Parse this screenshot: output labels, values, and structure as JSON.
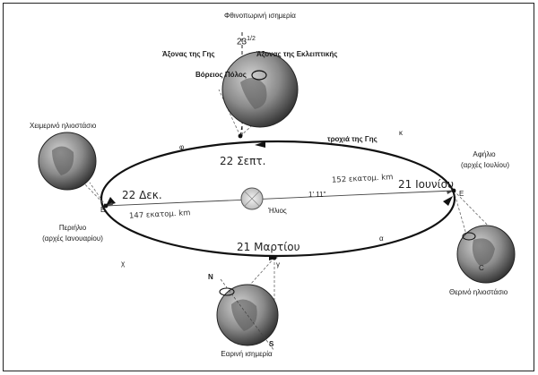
{
  "diagram": {
    "top_label": "Φθινοπωρινή ισημερία",
    "tilt_angle": "23",
    "tilt_fraction": "1/2",
    "earth_axis": "Άξονας της Γης",
    "ecliptic_axis": "Άξονας της Εκλειπτικής",
    "north_pole": "Βόρειος Πόλος",
    "winter_solstice": "Χειμερινό ηλιοστάσιο",
    "orbit_label": "τροχιά της Γης",
    "orbit_letters": {
      "k": "κ",
      "phi": "φ",
      "chi": "χ",
      "alpha": "α"
    },
    "aphelion": "Αφήλιο",
    "aphelion_sub": "(αρχές Ιουλίου)",
    "perihelion": "Περιήλιο",
    "perihelion_sub": "(αρχές Ιανουαρίου)",
    "dates": {
      "sep": "22 Σεπτ.",
      "dec": "22 Δεκ.",
      "jun": "21 Ιουνίου",
      "mar": "21 Μαρτίου"
    },
    "dist_far": "152 εκατομ. km",
    "dist_near": "147 εκατομ. km",
    "sun": "Ήλιος",
    "angle_mark": "1' 11''",
    "summer_solstice": "Θερινό ηλιοστάσιο",
    "spring_equinox": "Εαρινή ισημερία",
    "pole_n": "N",
    "pole_s": "S",
    "point_e": "E",
    "point_y": "γ",
    "point_c": "C"
  }
}
